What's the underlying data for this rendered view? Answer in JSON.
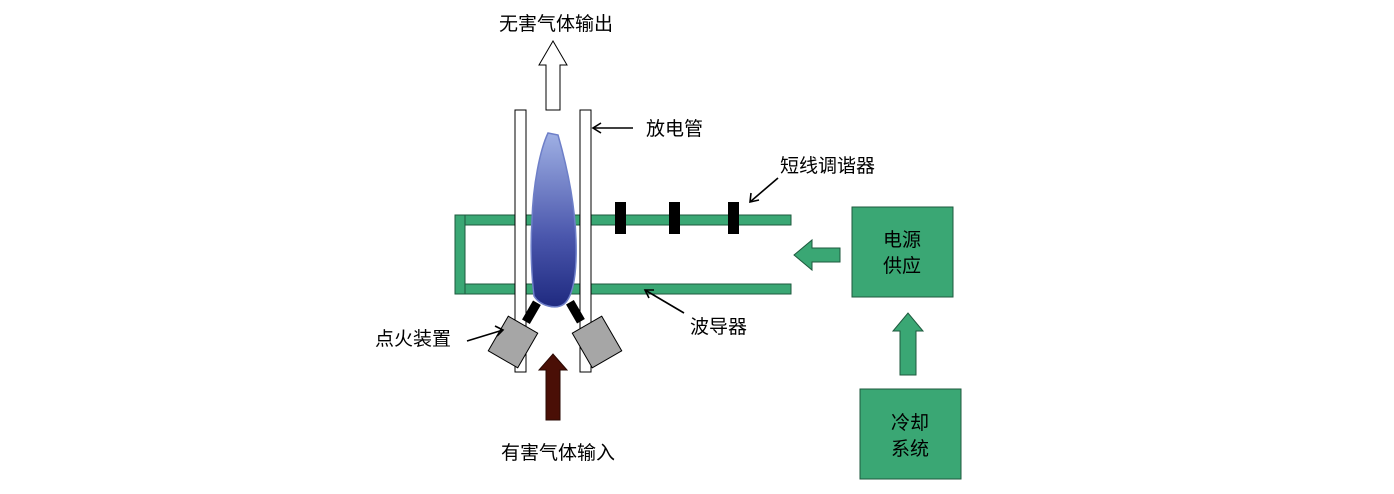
{
  "labels": {
    "gas_output": "无害气体输出",
    "gas_input": "有害气体输入",
    "discharge_tube": "放电管",
    "stub_tuner": "短线调谐器",
    "waveguide": "波导器",
    "igniter": "点火装置"
  },
  "boxes": {
    "power_supply": [
      "电源",
      "供应"
    ],
    "cooling_system": [
      "冷却",
      "系统"
    ]
  },
  "colors": {
    "green": "#3aa774",
    "dark_edge": "#1e5a3e",
    "gray": "#a6a6a6",
    "plasma_top": "#8ea0d8",
    "plasma_bottom": "#1f2a80",
    "input_arrow": "#4a0f06",
    "stub": "#000000"
  }
}
